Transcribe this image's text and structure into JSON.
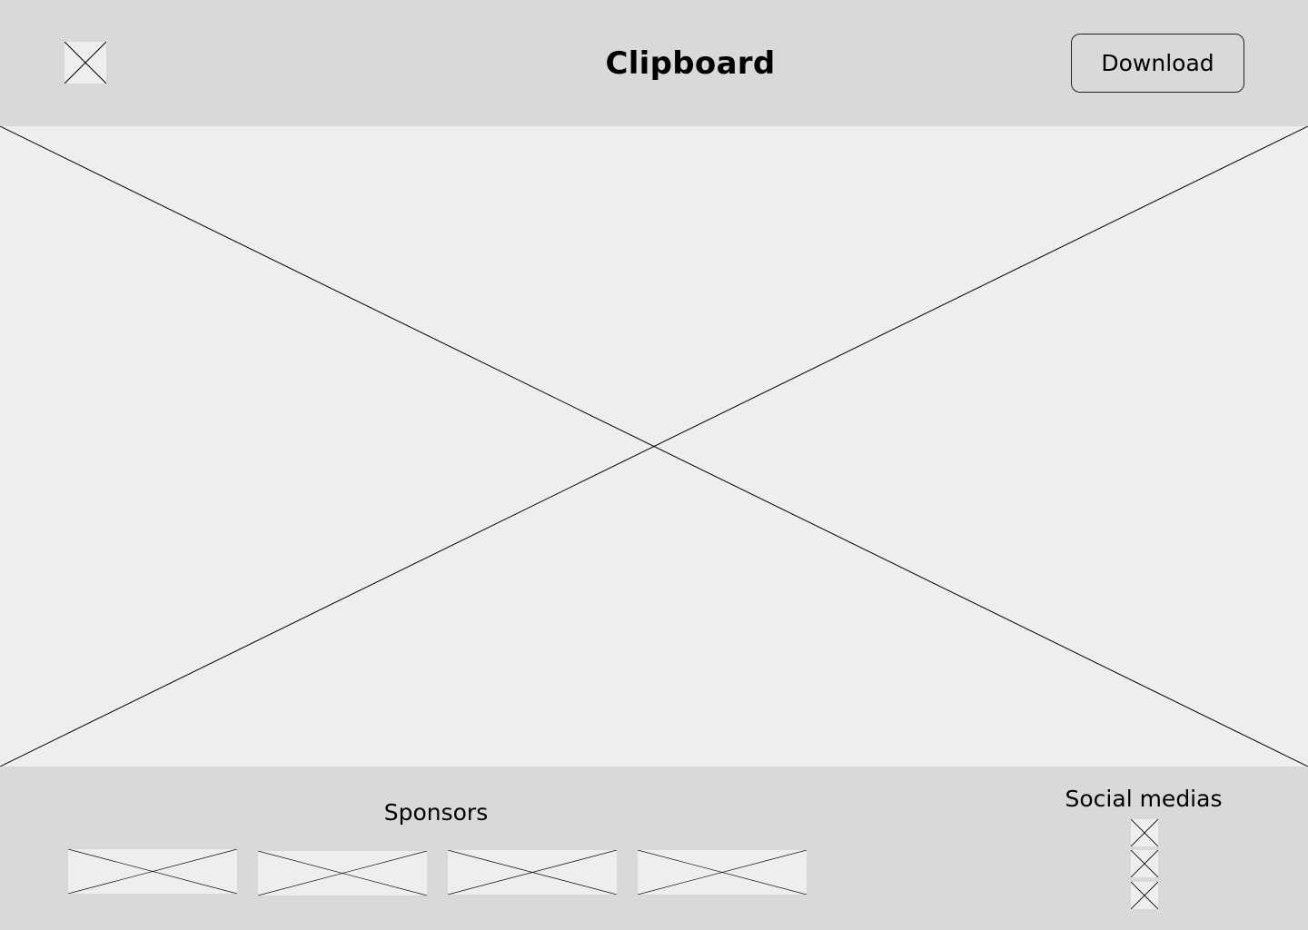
{
  "header": {
    "logo_icon": "image-placeholder-icon",
    "title": "Clipboard",
    "download_label": "Download"
  },
  "hero": {
    "icon": "image-placeholder-icon"
  },
  "footer": {
    "sponsors_title": "Sponsors",
    "sponsor_icon": "image-placeholder-icon",
    "social_title": "Social medias",
    "social_icon": "image-placeholder-icon"
  },
  "colors": {
    "bar_background": "#d9d9d9",
    "placeholder_background": "#eeeeee",
    "line": "#000000"
  }
}
